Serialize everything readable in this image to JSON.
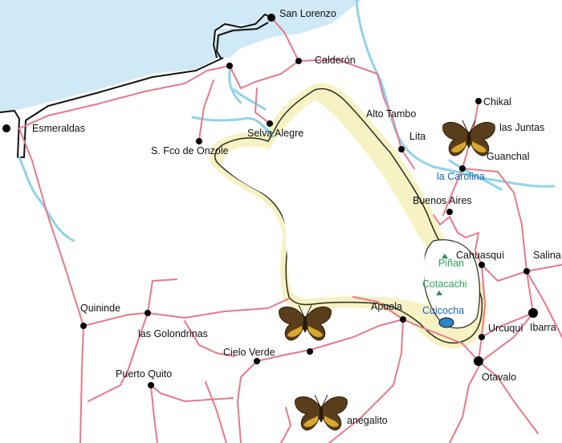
{
  "colors": {
    "sea": "#cfe9f6",
    "road": "#e8788a",
    "river": "#8fd3e8",
    "range_fill": "#f6f2c4",
    "range_line": "#2b2b22",
    "lake": "#2b86c7",
    "label_blue": "#1a63b5",
    "label_green": "#2aa65a"
  },
  "places": {
    "san_lorenzo": "San Lorenzo",
    "calderon": "Calderón",
    "esmeraldas": "Esmeraldas",
    "selva_alegre": "Selva Alegre",
    "s_fco_de_onzole": "S. Fco de Onzole",
    "alto_tambo": "Alto Tambo",
    "lita": "Lita",
    "chikal": "Chikal",
    "las_juntas": "las Juntas",
    "guanchal": "Guanchal",
    "la_carolina": "la Carolina",
    "buenos_aires": "Buenos Aires",
    "cahuasqui": "Cahuasquì",
    "pinan": "Piñan",
    "cotacachi": "Cotacachi",
    "cuicocha": "Cuicocha",
    "salina": "Salina",
    "quininde": "Quininde",
    "las_golondrinas": "las Golondrinas",
    "apuela": "Apuela",
    "urcuqui": "Urcuquì",
    "ibarra": "Ibarra",
    "cielo_verde": "Cielo Verde",
    "puerto_quito": "Puerto Quito",
    "otavalo": "Otavalo",
    "manegalito": "anegalito"
  },
  "markers": {
    "butterfly_count": 3,
    "butterfly": "butterfly-icon",
    "peak": "peak-triangle-icon"
  }
}
